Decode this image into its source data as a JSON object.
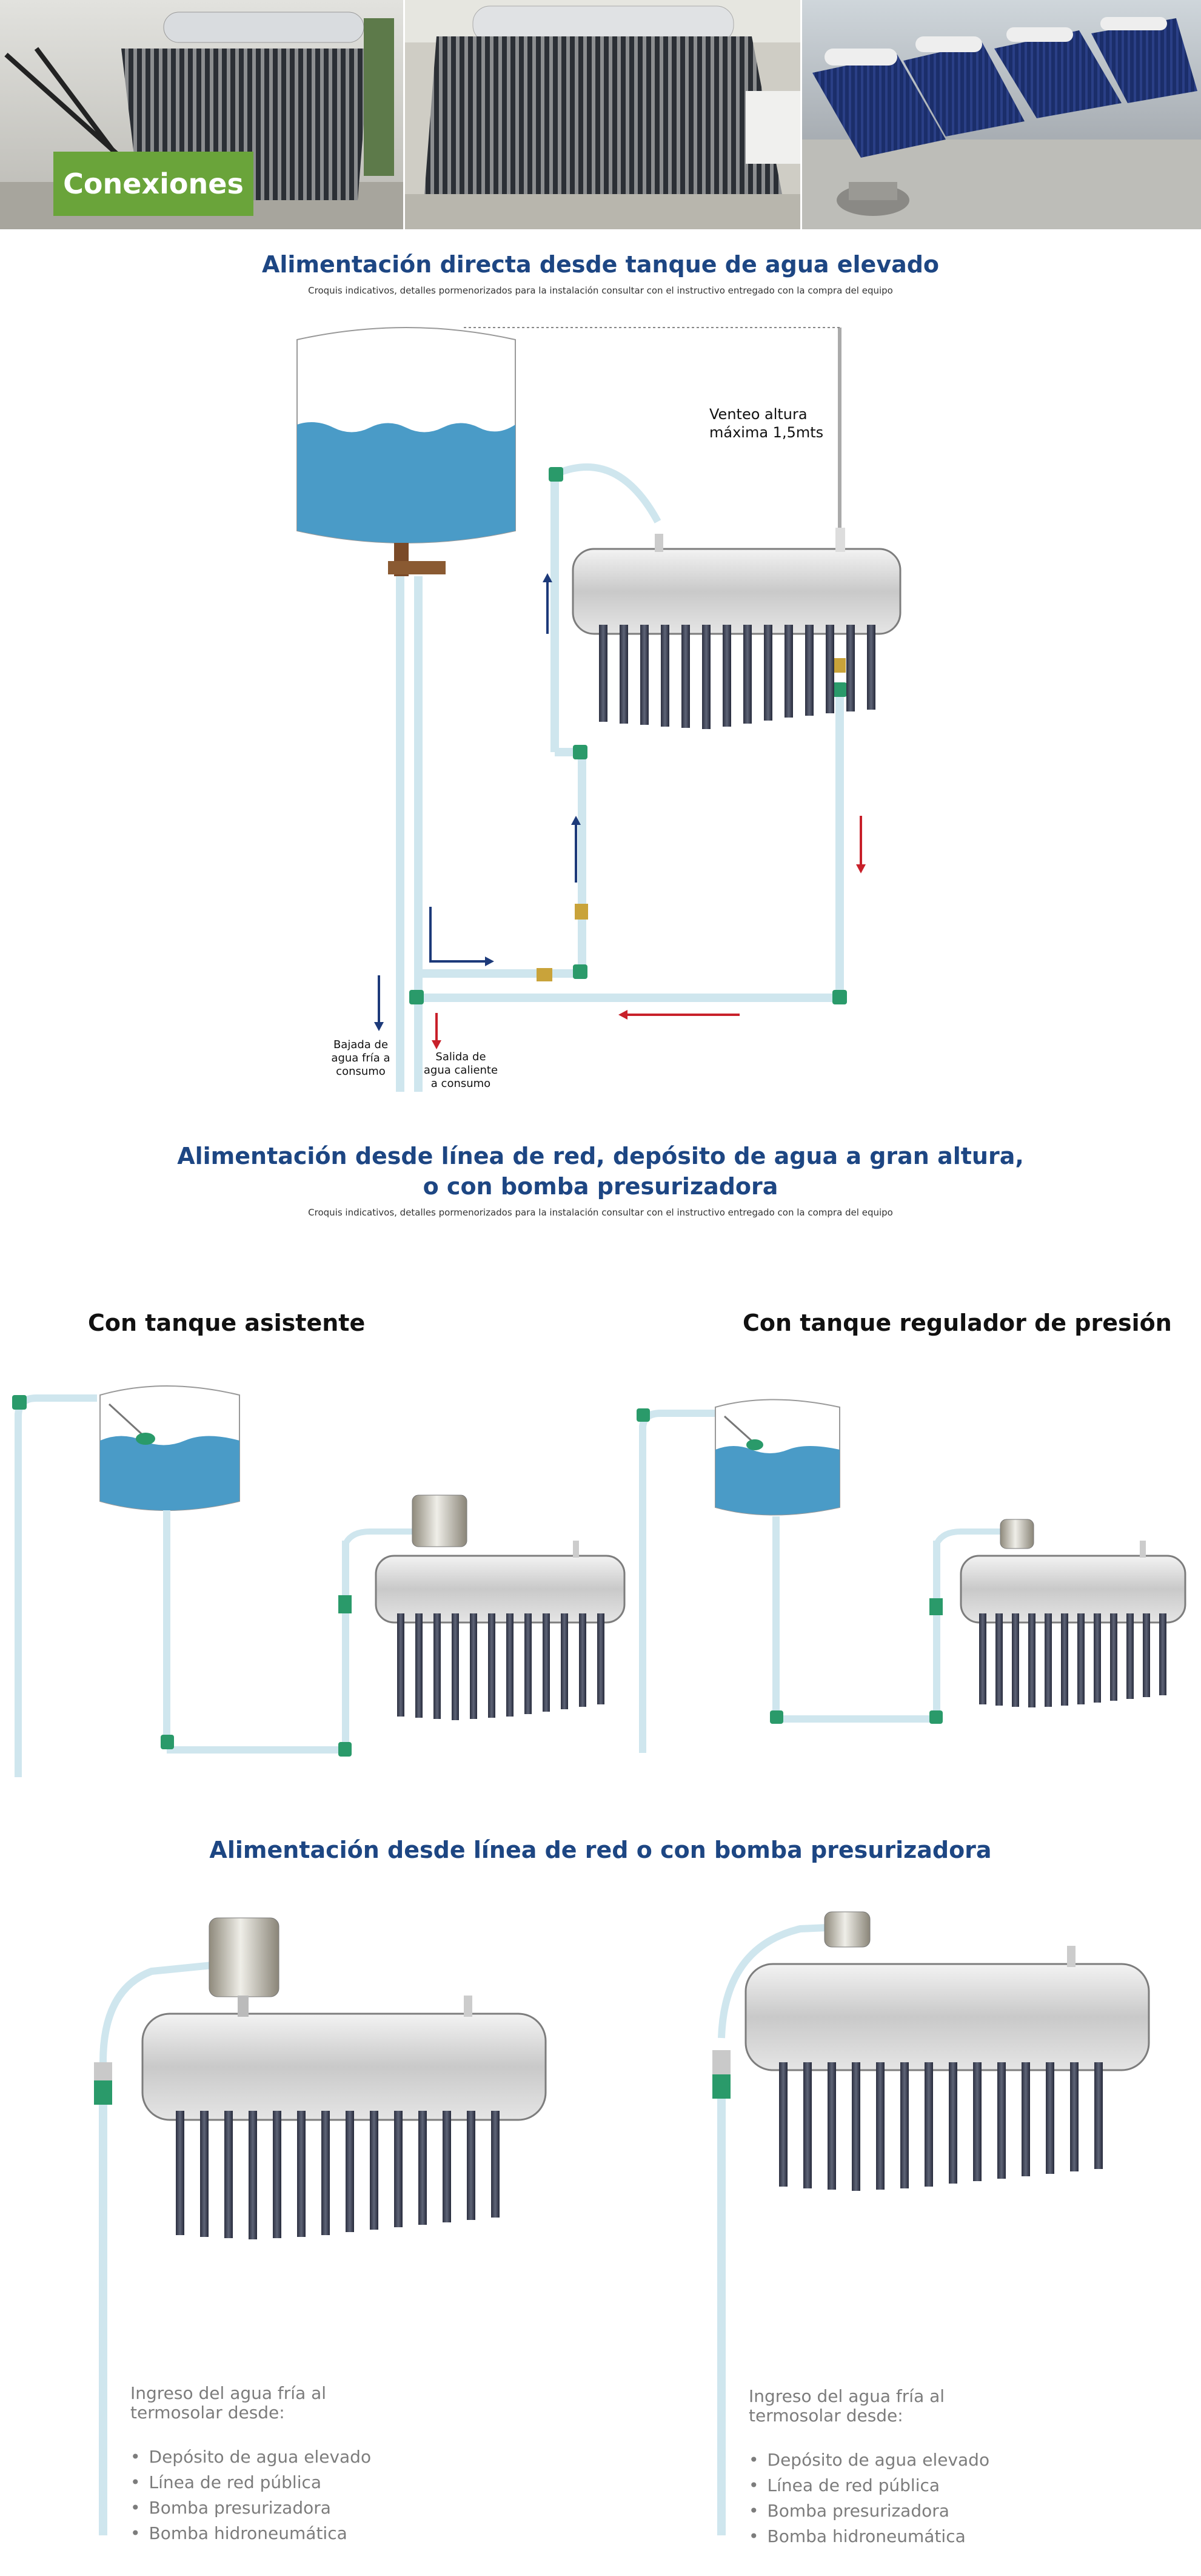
{
  "banner": {
    "badge": "Conexiones"
  },
  "section1": {
    "title": "Alimentación directa desde tanque de agua elevado",
    "note": "Croquis indicativos, detalles pormenorizados para la instalación consultar con el instructivo entregado con la compra del equipo",
    "vent_label_1": "Venteo altura",
    "vent_label_2": "máxima 1,5mts",
    "cold_label": [
      "Bajada de",
      "agua fría a",
      "consumo"
    ],
    "hot_label": [
      "Salida de",
      "agua caliente",
      "a consumo"
    ]
  },
  "section2": {
    "title_1": "Alimentación desde línea de red, depósito de agua a gran altura,",
    "title_2": "o con bomba presurizadora",
    "note": "Croquis indicativos, detalles pormenorizados para la instalación consultar con el instructivo entregado con la compra del equipo",
    "left_title": "Con tanque asistente",
    "right_title": "Con tanque regulador de presión"
  },
  "section3": {
    "title": "Alimentación desde línea de red o con bomba presurizadora",
    "info_heading_1": "Ingreso del agua fría al",
    "info_heading_2": "termosolar desde:",
    "sources": [
      "Depósito de agua elevado",
      "Línea de red pública",
      "Bomba presurizadora",
      "Bomba hidroneumática"
    ]
  },
  "colors": {
    "title": "#1d4683",
    "badge": "#6aa43a",
    "water": "#4a9bc7",
    "arrow_blue": "#1d3a7a",
    "arrow_red": "#c8202a",
    "fitting": "#2a9a6a"
  }
}
